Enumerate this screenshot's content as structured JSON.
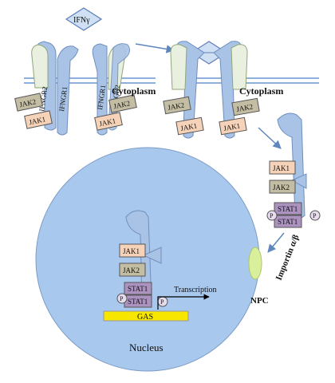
{
  "ligand": "IFNγ",
  "receptors": {
    "r1": "IFNGR1",
    "r2": "IFNGR2"
  },
  "kinases": {
    "jak1": "JAK1",
    "jak2": "JAK2"
  },
  "stat": "STAT1",
  "phospho": "P",
  "compartments": {
    "cytoplasm": "Cytoplasm",
    "nucleus": "Nucleus"
  },
  "importin": "Importin α/β",
  "npc": "NPC",
  "gas": "GAS",
  "transcription": "Transcription",
  "colors": {
    "membrane": "#9fbbe0",
    "receptor_blue": "#a9c3e6",
    "receptor_green": "#e9f0df",
    "jak1": "#f6d3b8",
    "jak2": "#c3bda3",
    "stat": "#ab92bf",
    "nucleus": "#a8c8ee",
    "npc": "#d9ef9c",
    "gas": "#f6e600"
  }
}
